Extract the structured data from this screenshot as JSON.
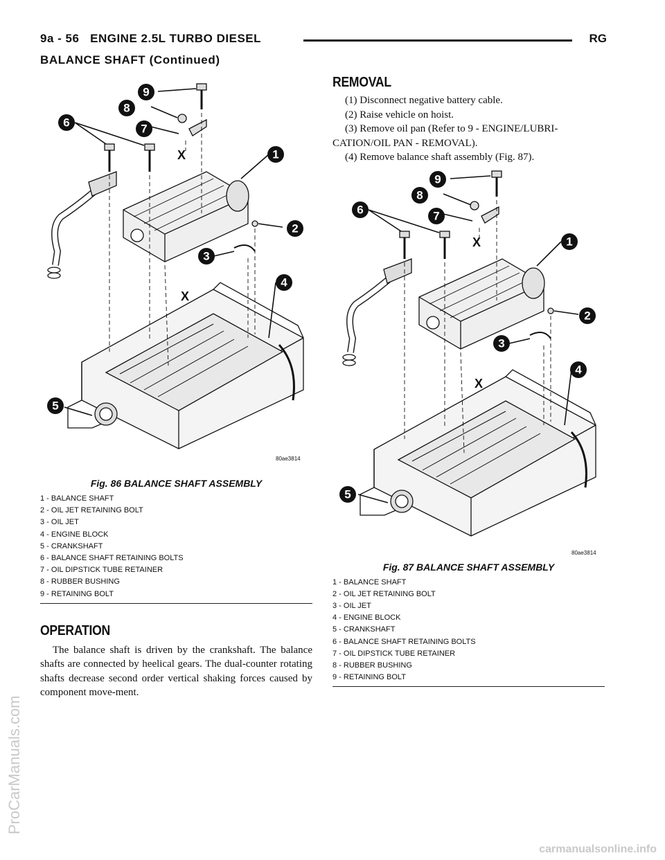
{
  "header": {
    "page": "9a - 56",
    "title": "ENGINE 2.5L TURBO DIESEL",
    "code": "RG"
  },
  "section_continued": "BALANCE SHAFT (Continued)",
  "fig86": {
    "title": "Fig. 86 BALANCE SHAFT ASSEMBLY",
    "image_code": "80ae3814",
    "callouts": [
      "1",
      "2",
      "3",
      "4",
      "5",
      "6",
      "7",
      "8",
      "9",
      "X",
      "X"
    ],
    "legend": [
      "1 - BALANCE SHAFT",
      "2 - OIL JET RETAINING BOLT",
      "3 - OIL JET",
      "4 - ENGINE BLOCK",
      "5 - CRANKSHAFT",
      "6 - BALANCE SHAFT RETAINING BOLTS",
      "7 - OIL DIPSTICK TUBE RETAINER",
      "8 - RUBBER BUSHING",
      "9 - RETAINING BOLT"
    ]
  },
  "operation": {
    "heading": "OPERATION",
    "text": "The balance shaft is driven by the crankshaft. The balance shafts are connected by heelical gears. The dual-counter rotating shafts decrease second order vertical shaking forces caused by component move-ment."
  },
  "removal": {
    "heading": "REMOVAL",
    "steps": [
      "(1) Disconnect negative battery cable.",
      "(2) Raise vehicle on hoist.",
      "(3) Remove oil pan (Refer to 9 - ENGINE/LUBRI-CATION/OIL PAN - REMOVAL).",
      "(4) Remove balance shaft assembly (Fig. 87)."
    ]
  },
  "fig87": {
    "title": "Fig. 87 BALANCE SHAFT ASSEMBLY",
    "image_code": "80ae3814",
    "callouts": [
      "1",
      "2",
      "3",
      "4",
      "5",
      "6",
      "7",
      "8",
      "9",
      "X",
      "X"
    ],
    "legend": [
      "1 - BALANCE SHAFT",
      "2 - OIL JET RETAINING BOLT",
      "3 - OIL JET",
      "4 - ENGINE BLOCK",
      "5 - CRANKSHAFT",
      "6 - BALANCE SHAFT RETAINING BOLTS",
      "7 - OIL DIPSTICK TUBE RETAINER",
      "8 - RUBBER BUSHING",
      "9 - RETAINING BOLT"
    ]
  },
  "watermark": "ProCarManuals.com",
  "footer_url": "carmanualsonline.info"
}
